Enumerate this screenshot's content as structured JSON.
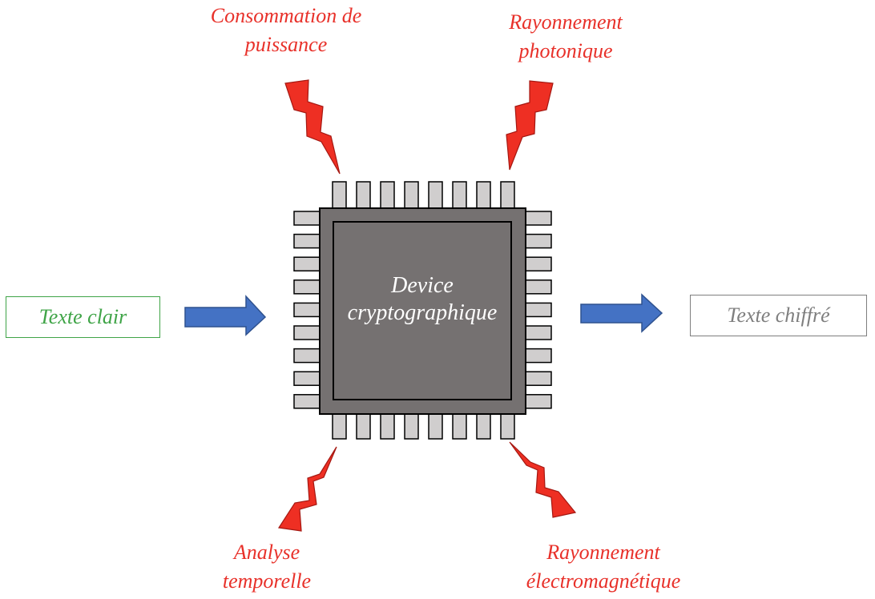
{
  "chip": {
    "line1": "Device",
    "line2": "cryptographique"
  },
  "input_box": {
    "label": "Texte clair"
  },
  "output_box": {
    "label": "Texte chiffré"
  },
  "channels": {
    "power": {
      "line1": "Consommation de",
      "line2": "puissance"
    },
    "photonic": {
      "line1": "Rayonnement",
      "line2": "photonique"
    },
    "timing": {
      "line1": "Analyse",
      "line2": "temporelle"
    },
    "em": {
      "line1": "Rayonnement",
      "line2": "électromagnétique"
    }
  },
  "colors": {
    "chip_body": "#757171",
    "pin": "#d0cece",
    "arrow": "#4472c4",
    "lightning": "#ee2f23",
    "label_red": "#e8312a",
    "input_green": "#3fa447",
    "output_gray": "#7f7f7f"
  },
  "icons": [
    "lightning-bolt-icon",
    "right-arrow-icon",
    "chip-icon"
  ]
}
